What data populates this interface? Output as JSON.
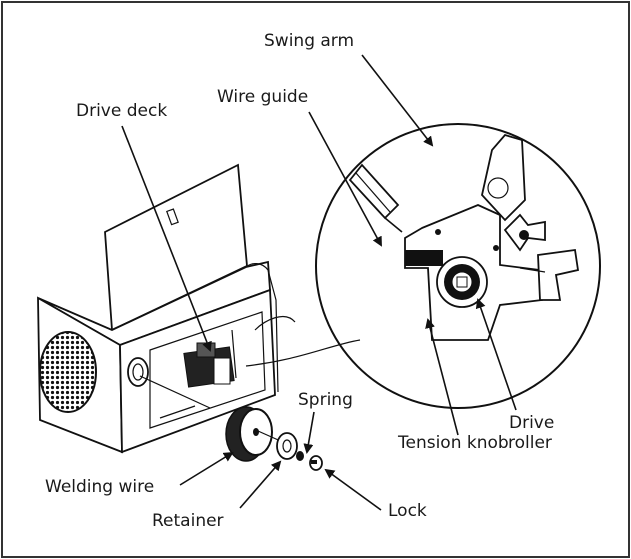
{
  "labels": {
    "swing_arm": "Swing arm",
    "wire_guide": "Wire guide",
    "drive_deck": "Drive deck",
    "spring": "Spring",
    "drive_line1": "Drive",
    "drive_line2": "roller",
    "tension_knob": "Tension knob",
    "welding_wire": "Welding wire",
    "retainer": "Retainer",
    "lock": "Lock"
  }
}
